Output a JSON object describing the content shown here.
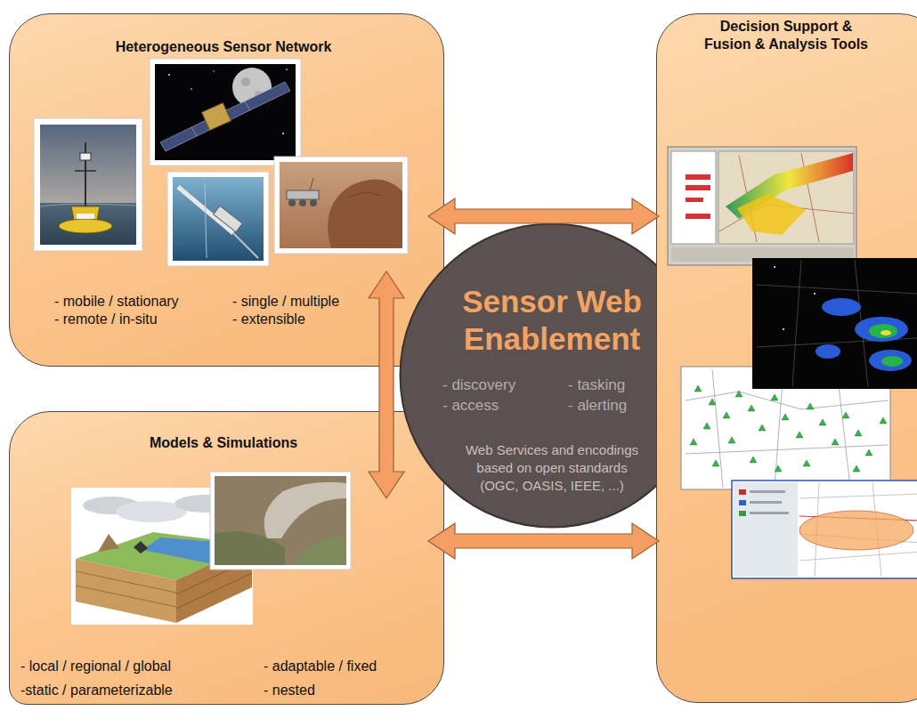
{
  "diagram": {
    "nodes": [
      {
        "text": [
          "Heterogeneous Sensor Network",
          "- mobile / stationary",
          "- single / multiple",
          "- remote / in-situ",
          "- extensible"
        ]
      },
      {
        "text": [
          "Models & Simulations",
          "- local / regional / global",
          "- adaptable / fixed",
          "-static / parameterizable",
          "- nested"
        ]
      },
      {
        "text": [
          "Sensor Web Enablement",
          "- discovery",
          "- tasking",
          "- access",
          "- alerting",
          "Web Services and encodings based on open standards (OGC, OASIS, IEEE, ...)"
        ]
      },
      {
        "text": [
          "Decision Support & Fusion & Analysis Tools"
        ]
      }
    ],
    "edges": [
      {
        "from": 0,
        "to": 3,
        "arrow": "both"
      },
      {
        "from": 0,
        "to": 1,
        "arrow": "both"
      },
      {
        "from": 1,
        "to": 3,
        "arrow": "both"
      }
    ]
  }
}
